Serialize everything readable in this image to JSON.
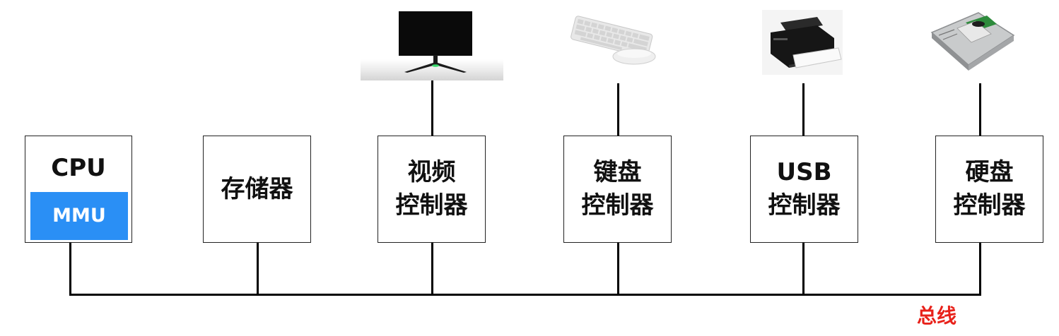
{
  "colors": {
    "line": "#000000",
    "mmu_fill": "#2a8ff5",
    "bus_label": "#e8211a"
  },
  "cpu": {
    "title": "CPU",
    "mmu": "MMU"
  },
  "memory": {
    "label": "存储器"
  },
  "video_controller": {
    "line1": "视频",
    "line2": "控制器",
    "device": "monitor-icon"
  },
  "keyboard_controller": {
    "line1": "键盘",
    "line2": "控制器",
    "device": "keyboard-mouse-icon"
  },
  "usb_controller": {
    "line1": "USB",
    "line2": "控制器",
    "device": "printer-icon"
  },
  "disk_controller": {
    "line1": "硬盘",
    "line2": "控制器",
    "device": "hard-disk-icon"
  },
  "bus": {
    "label": "总线"
  }
}
